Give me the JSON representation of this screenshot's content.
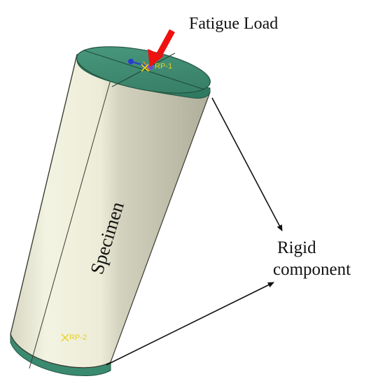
{
  "annotations": {
    "fatigue_load": "Fatigue Load",
    "specimen": "Specimen",
    "rigid_component_line1": "Rigid",
    "rigid_component_line2": "component"
  },
  "reference_points": {
    "top": "RP-1",
    "bottom": "RP-2"
  },
  "colors": {
    "cap": "#3f8f73",
    "cap_rim": "#2e6b55",
    "body_light": "#efefdc",
    "body_dark": "#b8b8a4",
    "load_arrow": "#f01010",
    "rp_marker": "#e8d21c",
    "pointer": "#111111"
  }
}
